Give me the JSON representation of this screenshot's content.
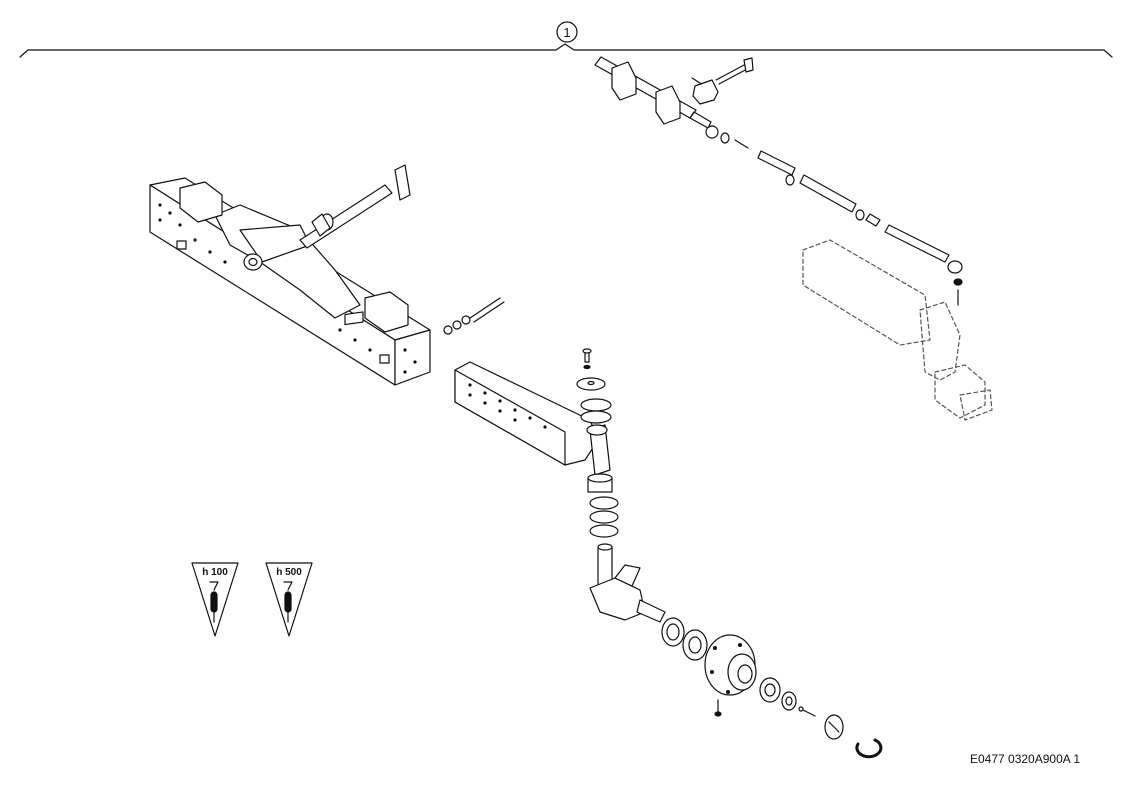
{
  "callout": {
    "number": "1"
  },
  "lubrication": [
    {
      "text": "h 100",
      "icon": "grease-gun-icon"
    },
    {
      "text": "h 500",
      "icon": "grease-gun-icon"
    }
  ],
  "drawing_code": "E0477 0320A900A 1",
  "colors": {
    "line": "#111111",
    "dashed": "#555555",
    "background": "#ffffff"
  }
}
